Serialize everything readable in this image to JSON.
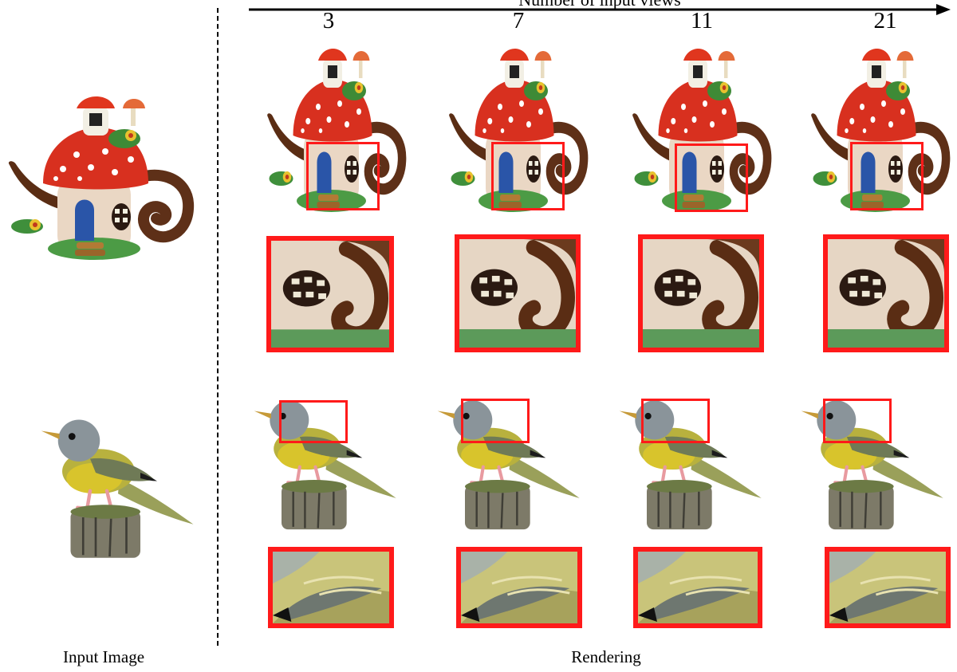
{
  "figure": {
    "axis_label": "Number of input views",
    "columns": [
      "3",
      "7",
      "11",
      "21"
    ],
    "left_caption": "Input Image",
    "right_caption": "Rendering",
    "examples": [
      {
        "name": "teapot"
      },
      {
        "name": "bird"
      }
    ]
  },
  "colors": {
    "highlight": "#ff1a1a",
    "axis": "#000000"
  }
}
